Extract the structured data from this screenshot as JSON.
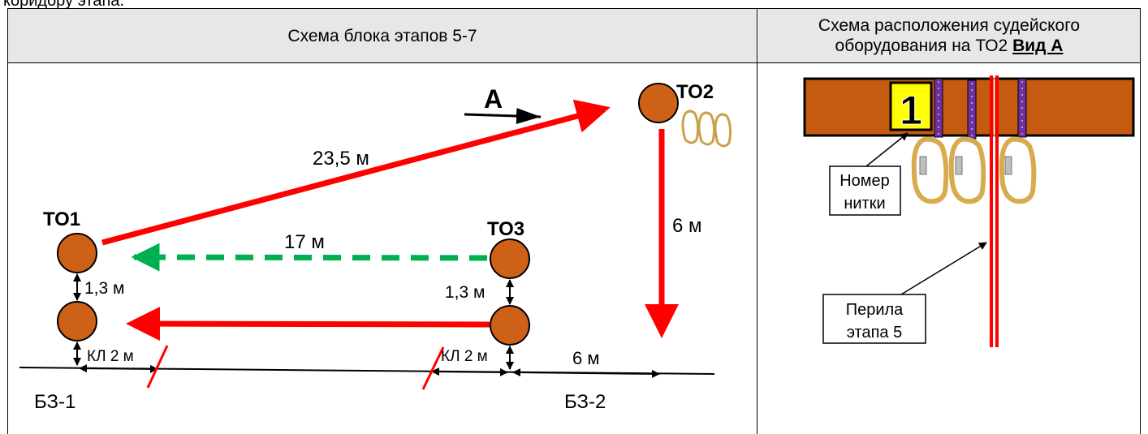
{
  "page": {
    "top_text": "коридору этапа."
  },
  "table": {
    "left_header": "Схема блока этапов 5-7",
    "right_header_line1": "Схема расположения судейского",
    "right_header_line2_prefix": "оборудования на ТО2 ",
    "right_header_line2_bold": "Вид А"
  },
  "scheme": {
    "direction_label": "А",
    "points": {
      "to1": "ТО1",
      "to2": "ТО2",
      "to3": "ТО3"
    },
    "distances": {
      "to1_to2": "23,5 м",
      "to3_to1": "17 м",
      "to2_down": "6 м",
      "to1_gap": "1,3 м",
      "to3_gap": "1,3 м",
      "kl_left": "КЛ 2 м",
      "kl_right": "КЛ 2 м",
      "bottom_right": "6 м"
    },
    "zones": {
      "bz1": "БЗ-1",
      "bz2": "БЗ-2"
    }
  },
  "equipment": {
    "thread_number": "1",
    "callout_thread_line1": "Номер",
    "callout_thread_line2": "нитки",
    "callout_rail_line1": "Перила",
    "callout_rail_line2": "этапа 5"
  },
  "colors": {
    "node": "#cd6118",
    "red_line": "#ff0000",
    "green_dash": "#00b050",
    "beam": "#c55a11",
    "header_bg": "#e7e7e7",
    "strap": "#7030a0",
    "number_bg": "#ffff00"
  }
}
